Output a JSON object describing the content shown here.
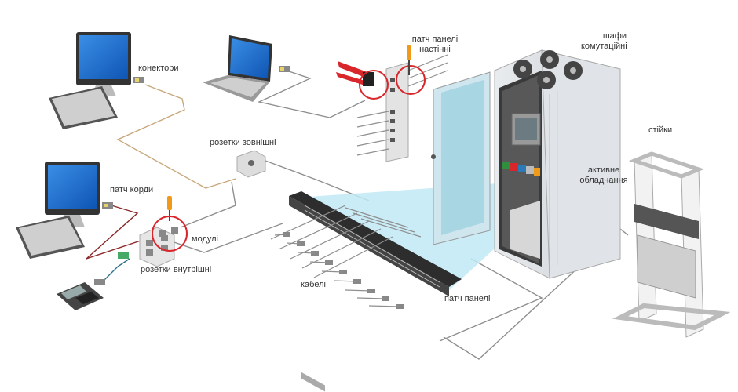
{
  "labels": {
    "connectors": "конектори",
    "outlets_external": "розетки зовнішні",
    "patch_cords": "патч корди",
    "modules": "модулі",
    "outlets_internal": "розетки внутрішні",
    "cables": "кабелі",
    "patch_panels": "патч панелі",
    "patch_panels_wall_line1": "патч панелі",
    "patch_panels_wall_line2": "настінні",
    "cabinets_line1": "шафи",
    "cabinets_line2": "комутаційні",
    "active_line1": "активне",
    "active_line2": "обладнання",
    "racks": "стійки"
  },
  "colors": {
    "screen_blue": "#1e6fd1",
    "highlight_red": "#d8262b",
    "panel_cyan": "#bfe9f6",
    "cable_gray": "#9a9a9a",
    "cable_tan": "#c7a77a",
    "cable_maroon": "#8a2a2a"
  },
  "icons": [
    "desktop-computer-icon",
    "laptop-icon",
    "ip-phone-icon",
    "wall-outlet-icon",
    "rj45-connector-icon",
    "screwdriver-icon",
    "patch-panel-icon",
    "server-cabinet-icon",
    "open-rack-icon",
    "crimp-tool-icon"
  ]
}
